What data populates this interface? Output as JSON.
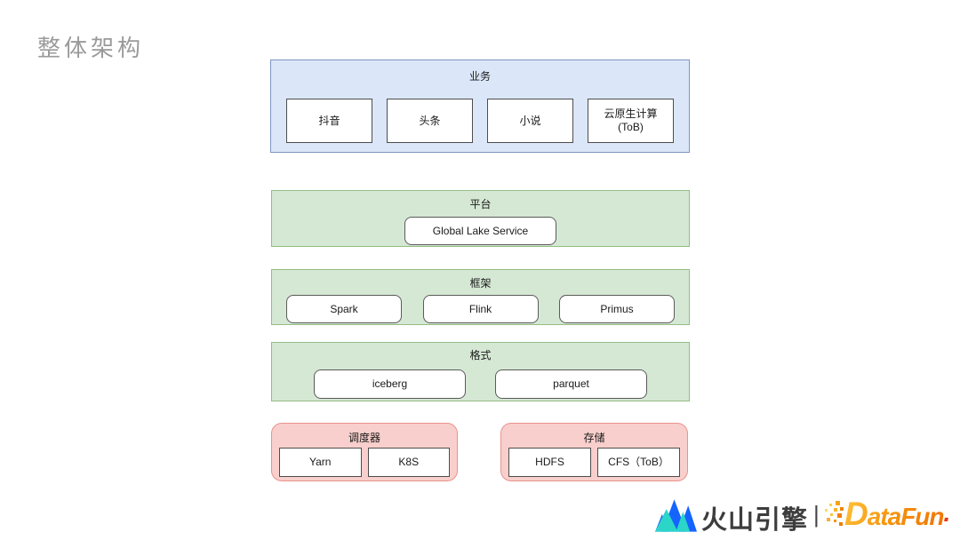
{
  "title": "整体架构",
  "layers": {
    "business": {
      "label": "业务",
      "items": [
        {
          "label": "抖音"
        },
        {
          "label": "头条"
        },
        {
          "label": "小说"
        },
        {
          "label": "云原生计算",
          "sublabel": "(ToB)"
        }
      ]
    },
    "platform": {
      "label": "平台",
      "items": [
        {
          "label": "Global Lake Service"
        }
      ]
    },
    "framework": {
      "label": "框架",
      "items": [
        {
          "label": "Spark"
        },
        {
          "label": "Flink"
        },
        {
          "label": "Primus"
        }
      ]
    },
    "format": {
      "label": "格式",
      "items": [
        {
          "label": "iceberg"
        },
        {
          "label": "parquet"
        }
      ]
    },
    "scheduler": {
      "label": "调度器",
      "items": [
        {
          "label": "Yarn"
        },
        {
          "label": "K8S"
        }
      ]
    },
    "storage": {
      "label": "存储",
      "items": [
        {
          "label": "HDFS"
        },
        {
          "label": "CFS（ToB）"
        }
      ]
    }
  },
  "footer": {
    "brand_volcano": "火山引擎",
    "separator": "|",
    "brand_datafun_text": "DataFun",
    "brand_datafun_period": "."
  },
  "colors": {
    "title_gray": "#9a9a9a",
    "business_fill": "#dbe7f9",
    "business_border": "#7d96c0",
    "green_fill": "#d5e8d4",
    "green_border": "#94bd85",
    "red_fill": "#f8cfcc",
    "red_border": "#e8938e",
    "node_border": "#4d4d4d",
    "volcano_blue": "#1664ff",
    "volcano_cyan": "#2bd6c8",
    "datafun_orange": "#f6950e",
    "datafun_period_red": "#e8380d"
  }
}
